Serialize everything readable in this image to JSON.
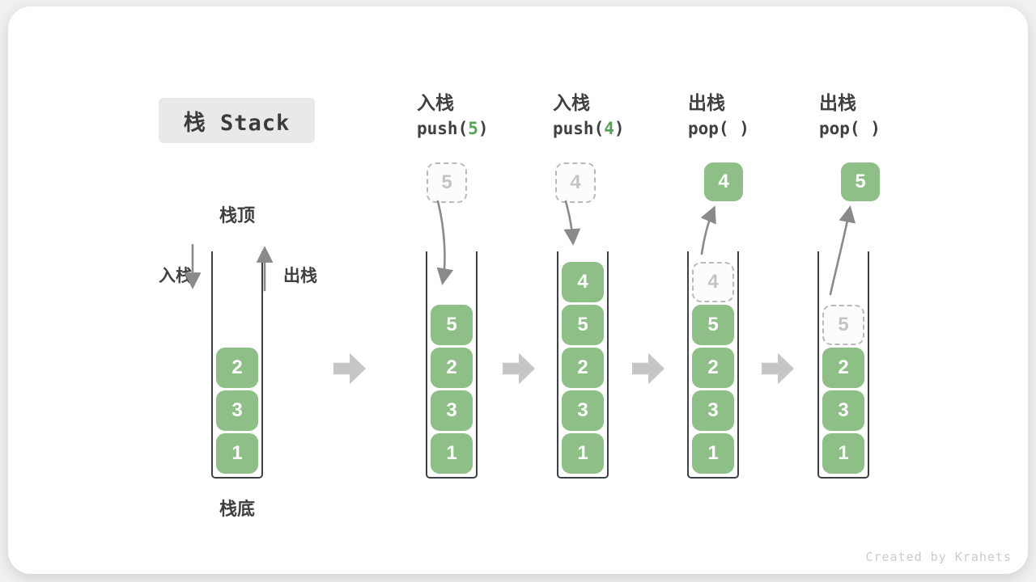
{
  "title": {
    "text": "栈 Stack"
  },
  "first_stack_labels": {
    "top": "栈顶",
    "bottom": "栈底",
    "push_side": "入栈",
    "pop_side": "出栈"
  },
  "operations": [
    {
      "name": "入栈",
      "fn": "push(",
      "arg": "5",
      "close": ")"
    },
    {
      "name": "入栈",
      "fn": "push(",
      "arg": "4",
      "close": ")"
    },
    {
      "name": "出栈",
      "fn": "pop(",
      "arg": "",
      "close": ")"
    },
    {
      "name": "出栈",
      "fn": "pop(",
      "arg": "",
      "close": ")"
    }
  ],
  "stacks": [
    {
      "items_top_to_bottom": [
        "2",
        "3",
        "1"
      ],
      "ghost": null,
      "floating": null
    },
    {
      "items_top_to_bottom": [
        "5",
        "2",
        "3",
        "1"
      ],
      "ghost": null,
      "floating": {
        "style": "dashed",
        "value": "5"
      }
    },
    {
      "items_top_to_bottom": [
        "4",
        "5",
        "2",
        "3",
        "1"
      ],
      "ghost": null,
      "floating": {
        "style": "dashed",
        "value": "4"
      }
    },
    {
      "items_top_to_bottom": [
        "5",
        "2",
        "3",
        "1"
      ],
      "ghost": "4",
      "floating": {
        "style": "solid",
        "value": "4"
      }
    },
    {
      "items_top_to_bottom": [
        "2",
        "3",
        "1"
      ],
      "ghost": "5",
      "floating": {
        "style": "solid",
        "value": "5"
      }
    }
  ],
  "colors": {
    "cell_green": "#8dbf86",
    "code_arg_green": "#54a354",
    "arrow_gray": "#8a8a8a",
    "chevron_gray": "#c6c6c6",
    "ghost_gray": "#bababa",
    "text_dark": "#3e4042"
  },
  "watermark": "Created by Krahets"
}
